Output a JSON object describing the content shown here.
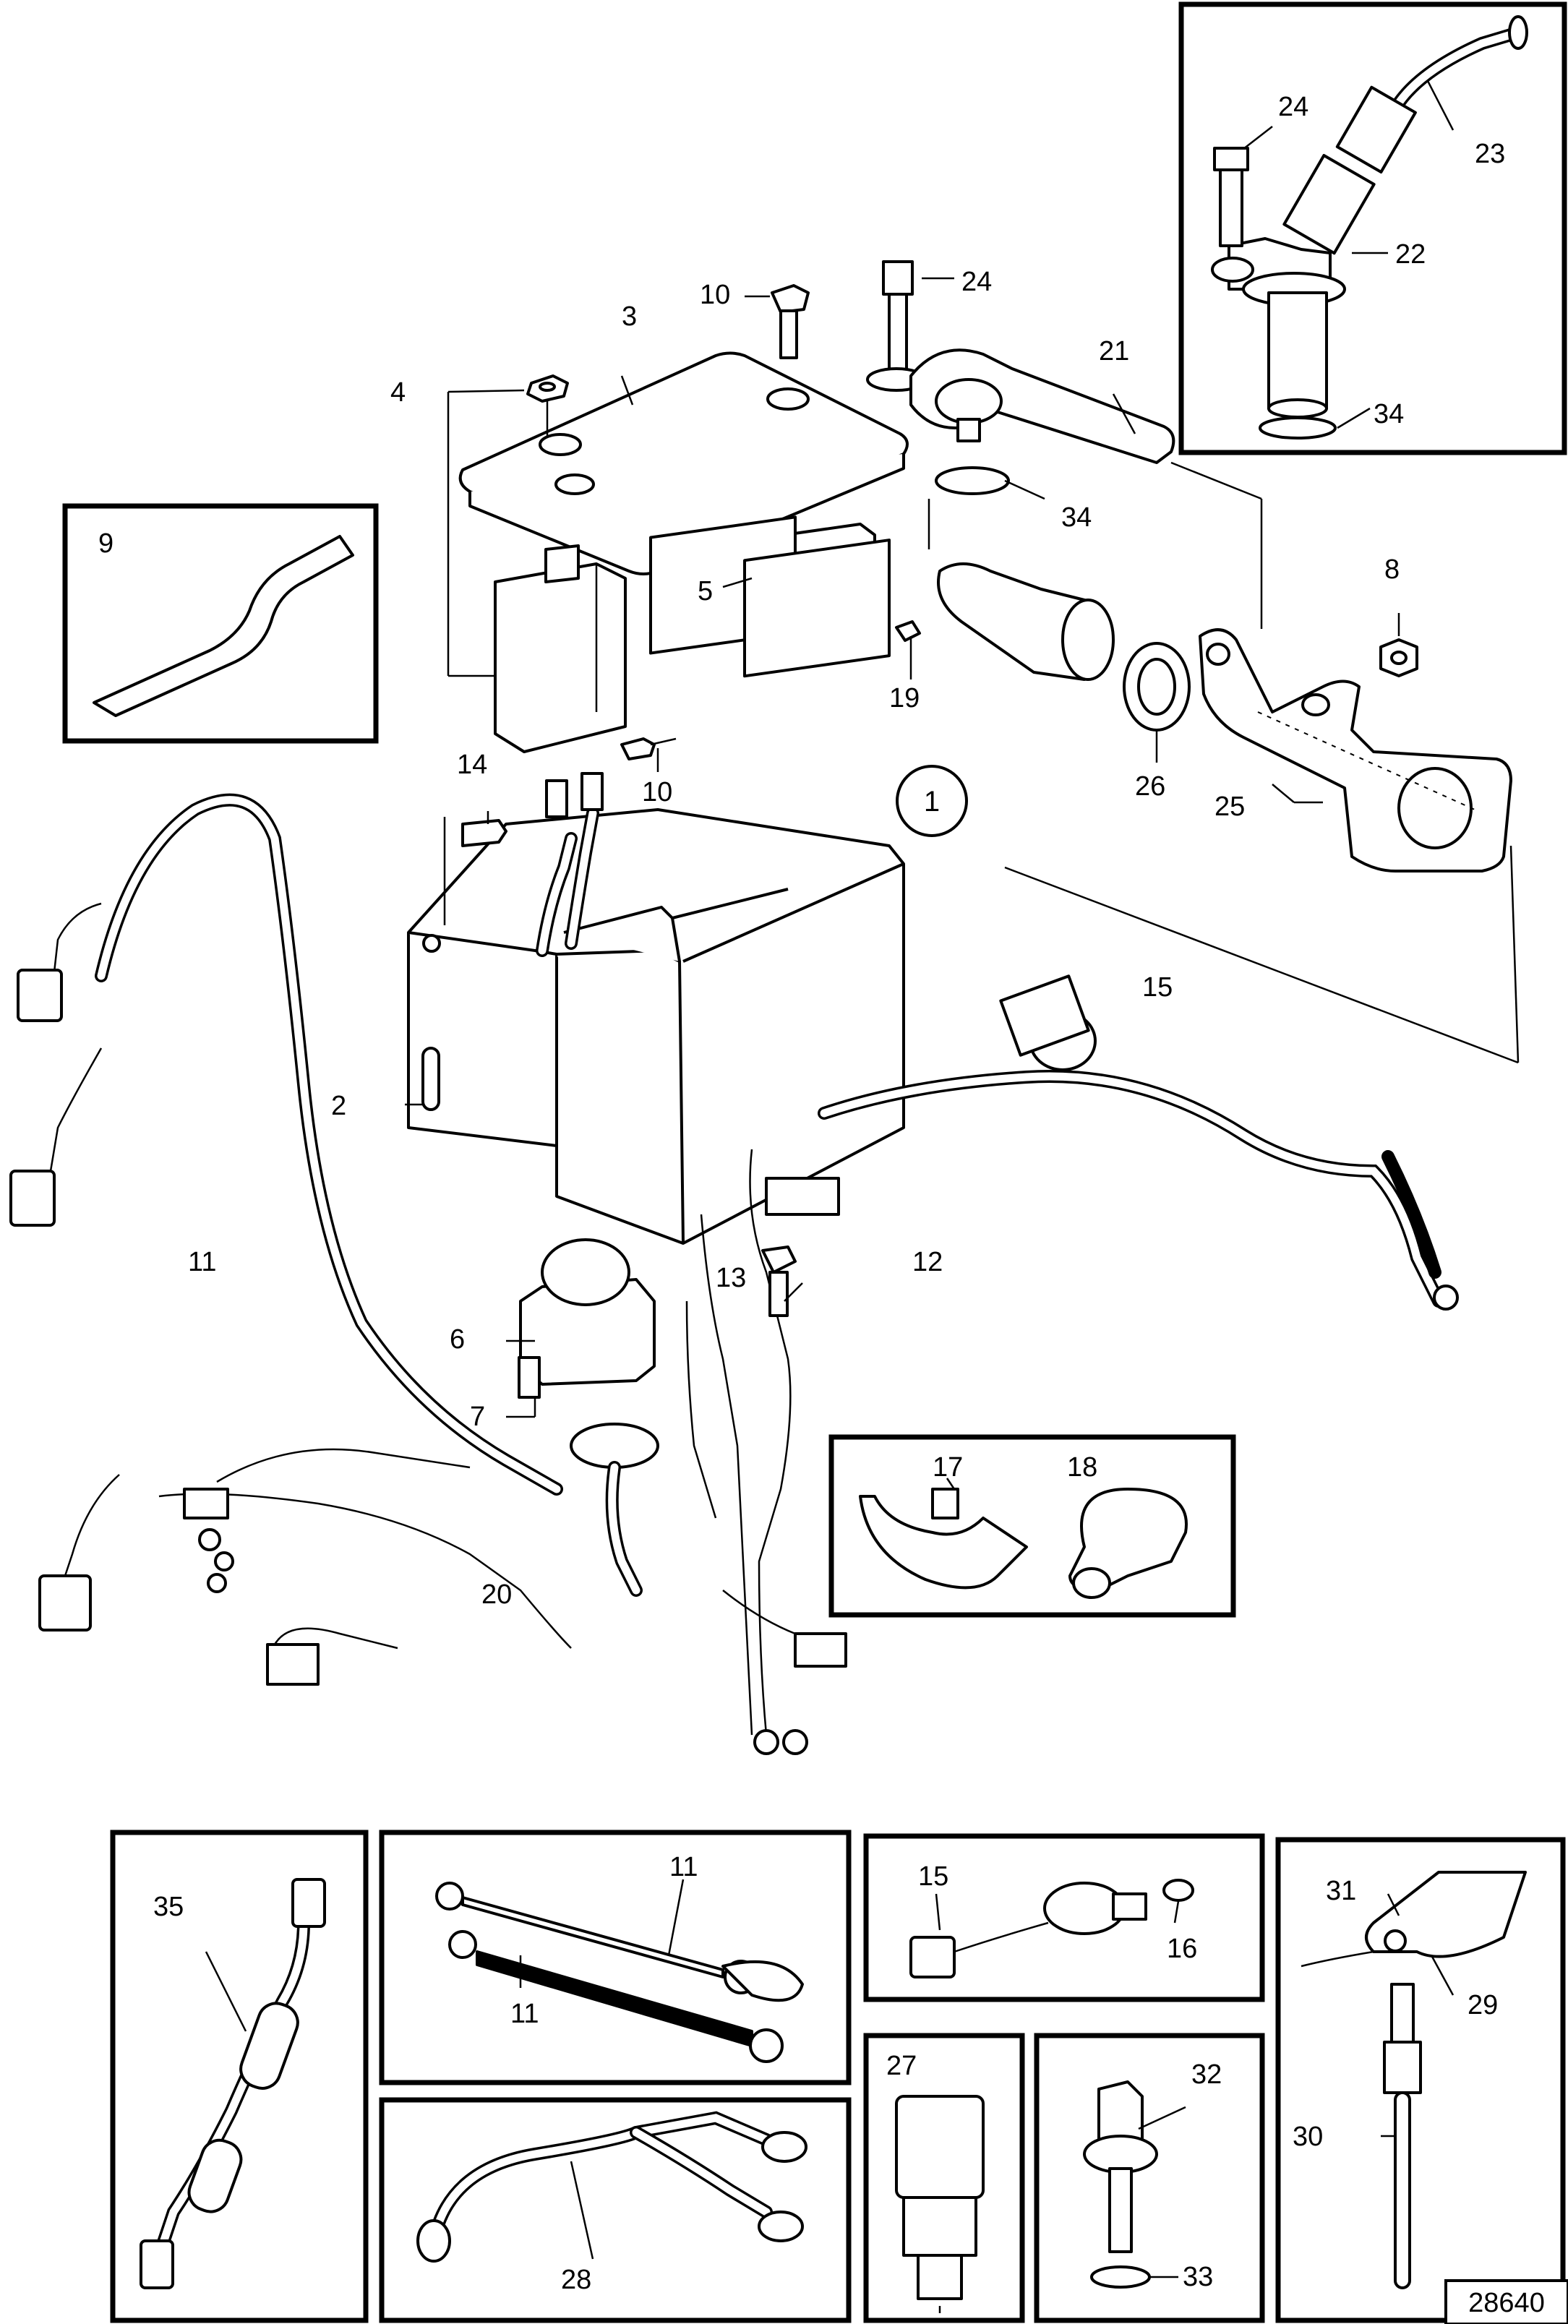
{
  "figure_number": "28640",
  "detail_circle": "1",
  "callouts": {
    "c1": "1",
    "c2": "2",
    "c3": "3",
    "c4": "4",
    "c5": "5",
    "c6": "6",
    "c7": "7",
    "c8": "8",
    "c9": "9",
    "c10a": "10",
    "c10b": "10",
    "c11a": "11",
    "c11b": "11",
    "c11c": "11",
    "c12": "12",
    "c13": "13",
    "c14": "14",
    "c15a": "15",
    "c15b": "15",
    "c16": "16",
    "c17": "17",
    "c18": "18",
    "c19": "19",
    "c20": "20",
    "c21": "21",
    "c22": "22",
    "c23": "23",
    "c24a": "24",
    "c24b": "24",
    "c25": "25",
    "c26": "26",
    "c27": "27",
    "c28": "28",
    "c29": "29",
    "c30": "30",
    "c31": "31",
    "c32": "32",
    "c33": "33",
    "c34a": "34",
    "c34b": "34",
    "c35": "35"
  }
}
